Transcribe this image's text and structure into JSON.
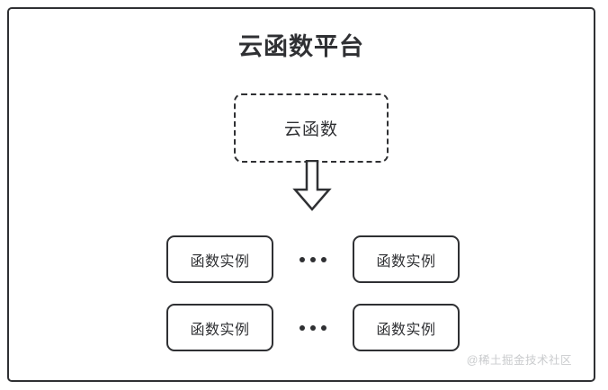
{
  "diagram": {
    "platform": {
      "title": "云函数平台"
    },
    "cloud_function_node": {
      "label": "云函数",
      "border_style": "dashed"
    },
    "arrow": {
      "direction": "down",
      "name": "block-arrow-down"
    },
    "instance_rows": [
      {
        "left_label": "函数实例",
        "ellipsis": "•••",
        "right_label": "函数实例"
      },
      {
        "left_label": "函数实例",
        "ellipsis": "•••",
        "right_label": "函数实例"
      }
    ],
    "watermark": "@稀土掘金技术社区",
    "colors": {
      "stroke": "#2f3033",
      "background": "#ffffff",
      "watermark": "#c9cbcd"
    }
  }
}
